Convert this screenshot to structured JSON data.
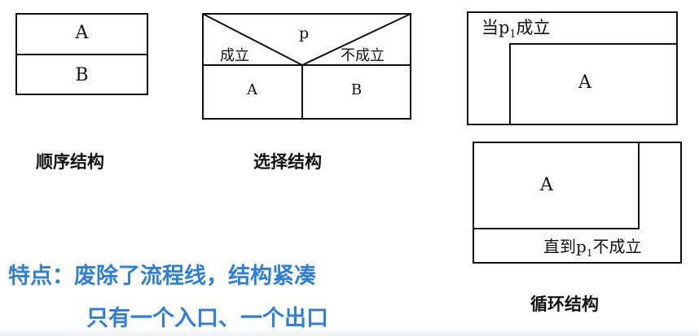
{
  "sequence": {
    "top": "A",
    "bottom": "B",
    "caption": "顺序结构"
  },
  "selection": {
    "condition": "p",
    "yes_label": "成立",
    "no_label": "不成立",
    "left": "A",
    "right": "B",
    "caption": "选择结构"
  },
  "while_loop": {
    "condition_prefix": "当p",
    "condition_sub": "1",
    "condition_suffix": "成立",
    "body": "A"
  },
  "until_loop": {
    "body": "A",
    "condition_prefix": "直到p",
    "condition_sub": "1",
    "condition_suffix": "不成立"
  },
  "loop_caption": "循环结构",
  "feature_line1": "特点：废除了流程线，结构紧凑",
  "feature_line2": "只有一个入口、一个出口"
}
